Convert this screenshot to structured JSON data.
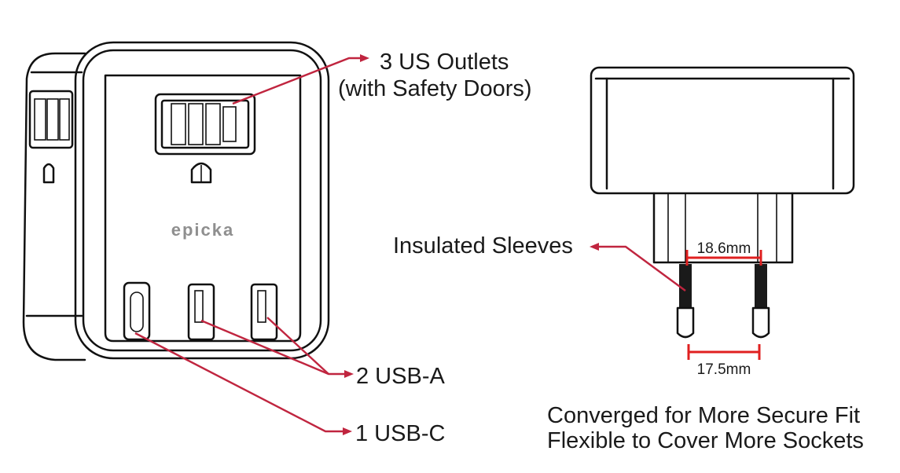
{
  "callouts": {
    "outlets_line1": "3 US Outlets",
    "outlets_line2": "(with Safety Doors)",
    "usb_a": "2 USB-A",
    "usb_c": "1 USB-C",
    "sleeves": "Insulated Sleeves"
  },
  "brand": "epicka",
  "dimensions": {
    "top_width": "18.6mm",
    "bottom_width": "17.5mm"
  },
  "caption": {
    "line1": "Converged for More Secure Fit",
    "line2": "Flexible to Cover More Sockets"
  },
  "colors": {
    "callout": "#c0253f",
    "dimension": "#e02020",
    "ink": "#111111"
  }
}
